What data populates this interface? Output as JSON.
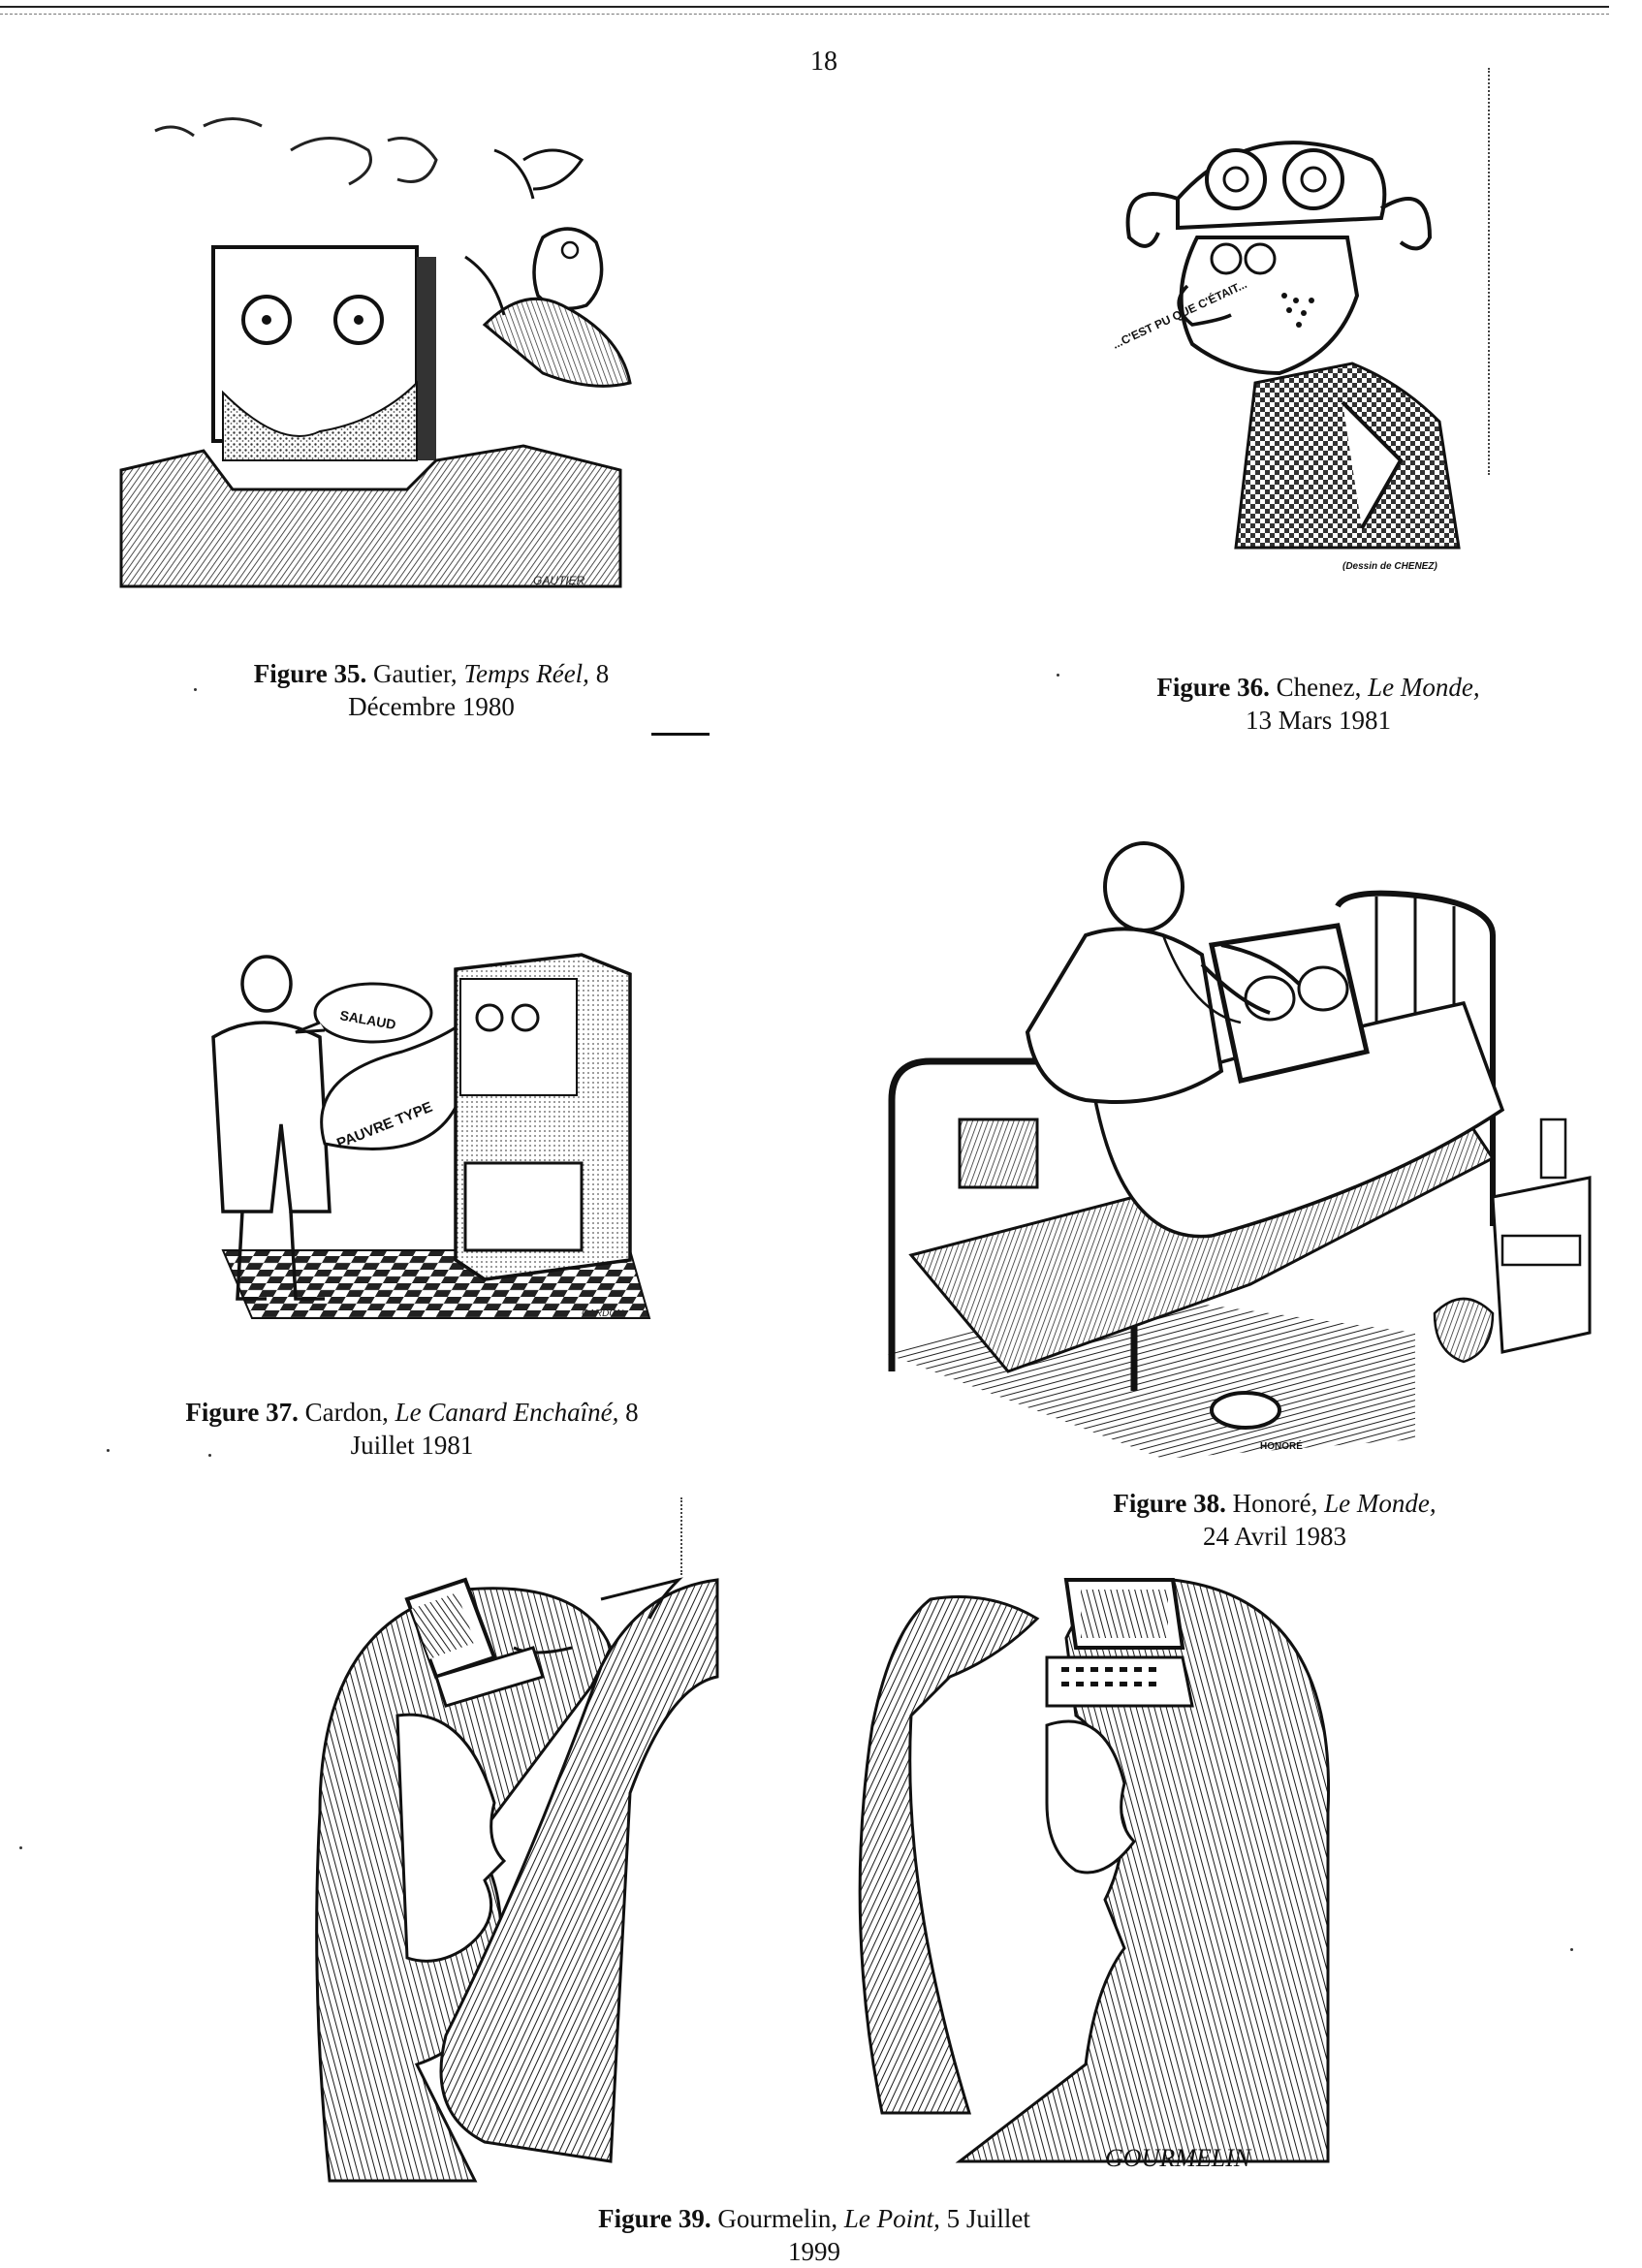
{
  "page": {
    "number": "18"
  },
  "figures": [
    {
      "id": "35",
      "label": "Figure 35.",
      "author": "Gautier,",
      "publication": "Temps Réel,",
      "date_line1": "8",
      "date_line2": "Décembre 1980",
      "signature": "GAUTIER"
    },
    {
      "id": "36",
      "label": "Figure 36.",
      "author": "Chenez,",
      "publication": "Le Monde,",
      "date_line1": "",
      "date_line2": "13 Mars 1981",
      "signature": "(Dessin de CHENEZ)",
      "speech": "...C'EST PU QUE C'ÉTAIT..."
    },
    {
      "id": "37",
      "label": "Figure 37.",
      "author": "Cardon,",
      "publication": "Le Canard Enchaîné,",
      "date_line1": "8",
      "date_line2": "Juillet 1981",
      "bubble1": "SALAUD",
      "bubble2": "PAUVRE TYPE",
      "signature": "CARDON"
    },
    {
      "id": "38",
      "label": "Figure 38.",
      "author": "Honoré,",
      "publication": "Le Monde,",
      "date_line1": "",
      "date_line2": "24 Avril 1983",
      "signature": "HONORÉ"
    },
    {
      "id": "39",
      "label": "Figure 39.",
      "author": "Gourmelin,",
      "publication": "Le Point,",
      "date_line1": "5 Juillet",
      "date_line2": "1999",
      "signature": "GOURMELIN"
    }
  ]
}
